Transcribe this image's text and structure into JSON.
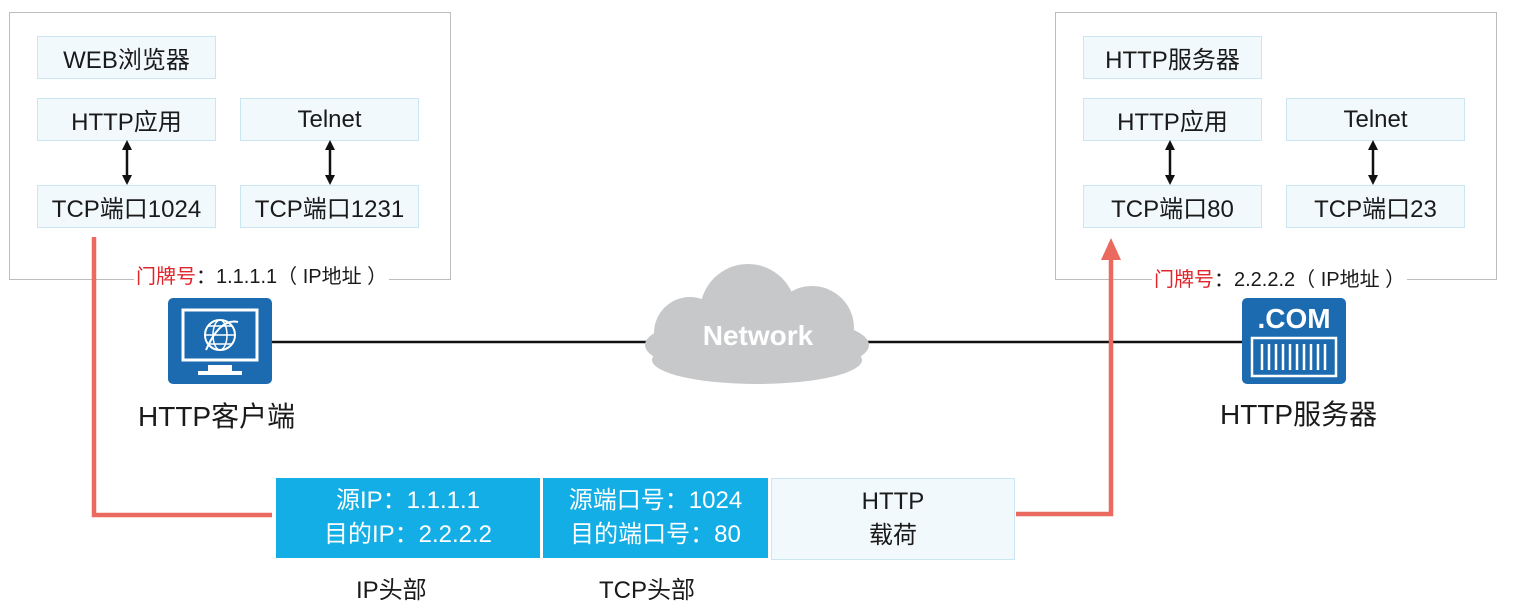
{
  "client": {
    "browser_label": "WEB浏览器",
    "http_app": "HTTP应用",
    "telnet": "Telnet",
    "tcp_port_http": "TCP端口1024",
    "tcp_port_telnet": "TCP端口1231",
    "addr_prefix": "门牌号",
    "addr_value": "：1.1.1.1（ IP地址 ）",
    "device_label": "HTTP客户端"
  },
  "server": {
    "server_label": "HTTP服务器",
    "http_app": "HTTP应用",
    "telnet": "Telnet",
    "tcp_port_http": "TCP端口80",
    "tcp_port_telnet": "TCP端口23",
    "addr_prefix": "门牌号",
    "addr_value": "：2.2.2.2（ IP地址 ）",
    "device_label": "HTTP服务器",
    "icon_text": ".COM"
  },
  "network": {
    "label": "Network"
  },
  "packet": {
    "ip_header": {
      "src": "源IP：1.1.1.1",
      "dst": "目的IP：2.2.2.2",
      "caption": "IP头部"
    },
    "tcp_header": {
      "src_port": "源端口号：1024",
      "dst_port": "目的端口号：80",
      "caption": "TCP头部"
    },
    "payload": {
      "line1": "HTTP",
      "line2": "载荷"
    }
  },
  "colors": {
    "accent_blue": "#13aee6",
    "device_blue": "#1c6bb0",
    "arrow_red": "#ea6a5f",
    "label_red": "#e0252b",
    "cloud_gray": "#c7c8ca"
  },
  "icons": {
    "client": "monitor-globe-icon",
    "server": "dotcom-server-icon",
    "network": "cloud-icon"
  }
}
